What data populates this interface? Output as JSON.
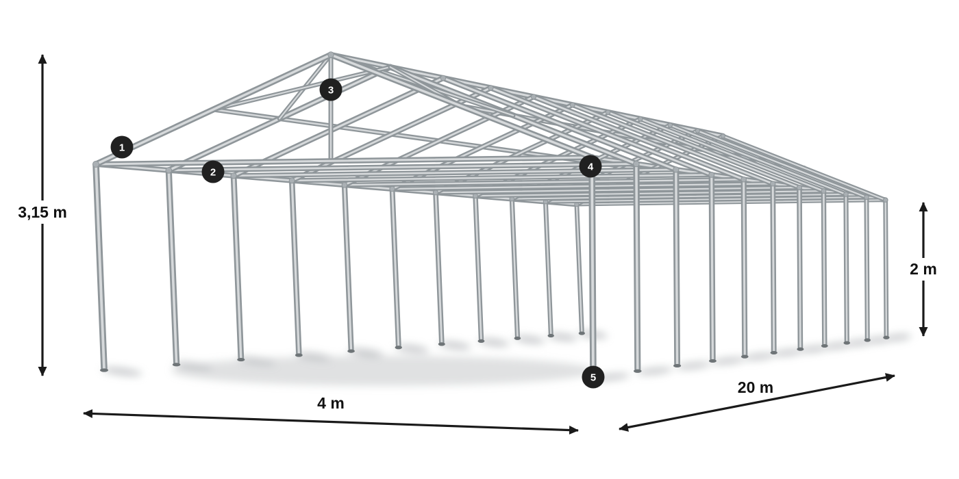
{
  "diagram": {
    "type": "tent-frame-wireframe",
    "dimensions": {
      "total_height": "3,15 m",
      "side_height": "2 m",
      "width": "4 m",
      "length": "20 m"
    },
    "callouts": [
      {
        "label": "1"
      },
      {
        "label": "2"
      },
      {
        "label": "3"
      },
      {
        "label": "4"
      },
      {
        "label": "5"
      }
    ],
    "colors": {
      "background": "#ffffff",
      "frame_light": "#d6d9db",
      "frame_dark": "#8f969a",
      "joint": "#aab0b4",
      "foot": "#6e7477",
      "shadow": "#8d9296",
      "dimension": "#1a1a1a",
      "badge_bg": "#202020",
      "badge_text": "#ffffff"
    }
  }
}
